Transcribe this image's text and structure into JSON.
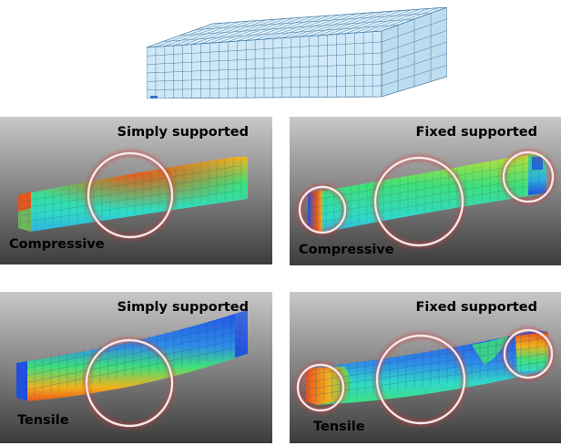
{
  "panels": [
    {
      "title": "Simply supported",
      "stress": "Compressive",
      "support": "simply",
      "stress_band": "top"
    },
    {
      "title": "Fixed supported",
      "stress": "Compressive",
      "support": "fixed",
      "stress_band": "top"
    },
    {
      "title": "Simply supported",
      "stress": "Tensile",
      "support": "simply",
      "stress_band": "bottom"
    },
    {
      "title": "Fixed supported",
      "stress": "Tensile",
      "support": "fixed",
      "stress_band": "bottom"
    }
  ],
  "colors": {
    "mesh_fill": "#cfe8f7",
    "mesh_line": "#4a7fa8",
    "highlight_ring": "#f4eaea",
    "ring_glow": "#d23c3c",
    "stress_low": "#2050e0",
    "stress_mid": "#3fe07a",
    "stress_high": "#e8561c"
  }
}
